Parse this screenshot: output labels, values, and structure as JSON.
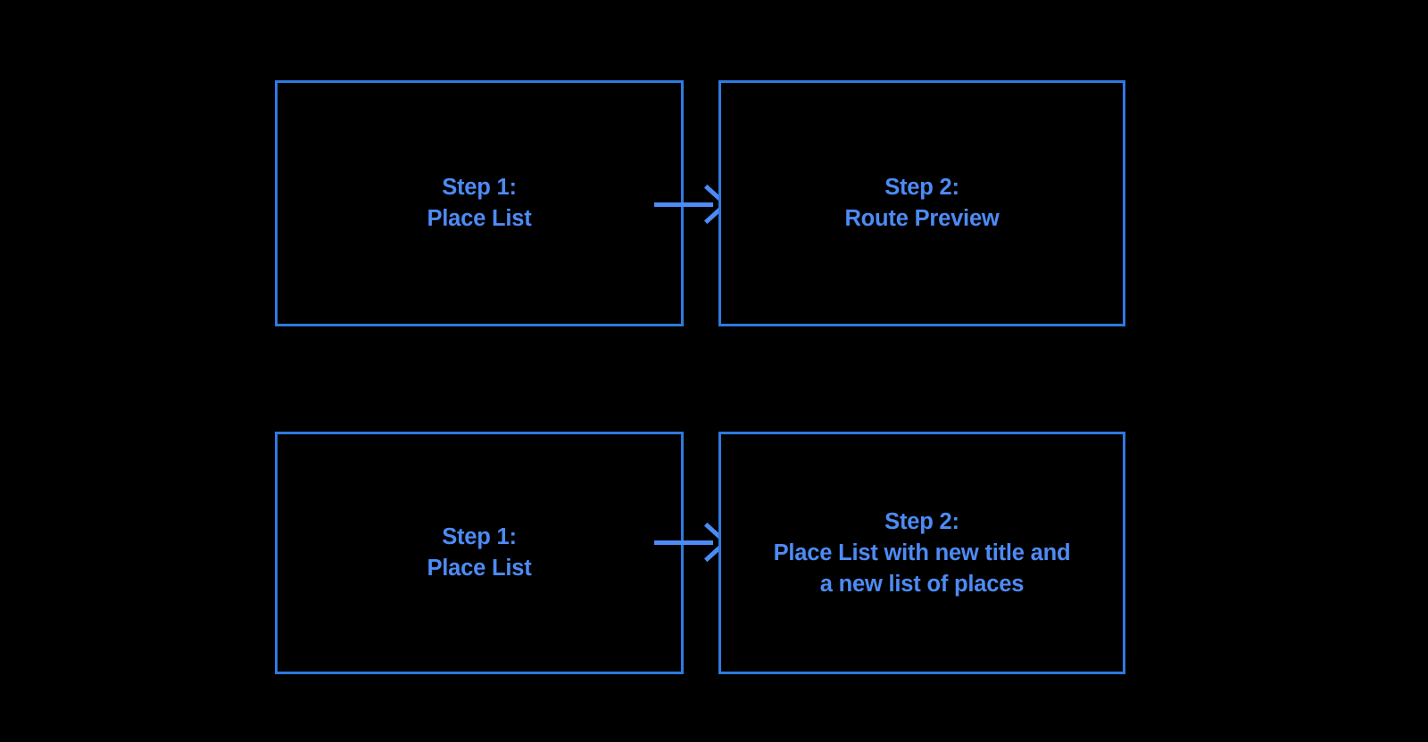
{
  "canvas": {
    "background_color": "#000000",
    "border_color": "#2e7ae0",
    "text_color": "#4d8bf5",
    "arrow_color": "#4d8bf5"
  },
  "flows": [
    {
      "id": "flow-route-preview",
      "from": {
        "label": "Step 1:\nPlace List",
        "step_number": "Step 1:",
        "screen_name": "Place List"
      },
      "connector": {
        "icon": "arrow-right-icon",
        "direction": "right"
      },
      "to": {
        "label": "Step 2:\nRoute Preview",
        "step_number": "Step 2:",
        "screen_name": "Route Preview"
      }
    },
    {
      "id": "flow-new-place-list",
      "from": {
        "label": "Step 1:\nPlace List",
        "step_number": "Step 1:",
        "screen_name": "Place List"
      },
      "connector": {
        "icon": "arrow-right-icon",
        "direction": "right"
      },
      "to": {
        "label": "Step 2:\nPlace List with new title and\na new list of places",
        "step_number": "Step 2:",
        "screen_name": "Place List with new title and a new list of places"
      }
    }
  ]
}
